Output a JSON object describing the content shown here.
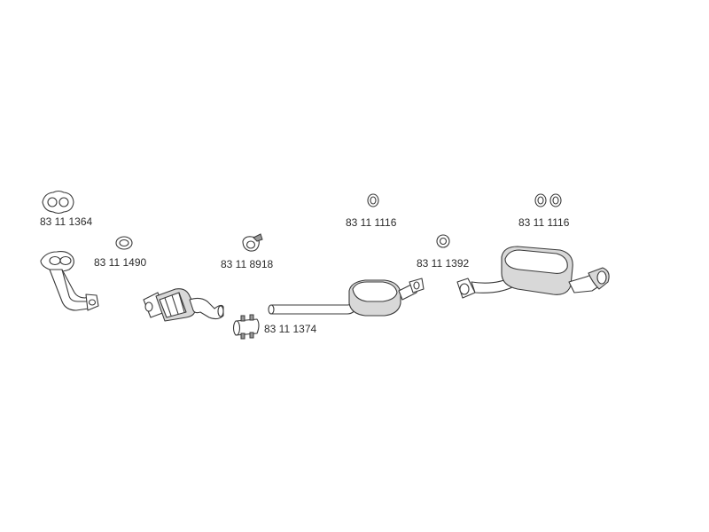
{
  "labels": {
    "gasket_front_pipe": "83 11 1364",
    "ring_front": "83 11 1490",
    "clamp": "83 11 8918",
    "sleeve_clamp": "83 11 1374",
    "ring_middle": "83 11 1116",
    "ring_rear_small": "83 11 1392",
    "rings_rear": "83 11 1116"
  }
}
